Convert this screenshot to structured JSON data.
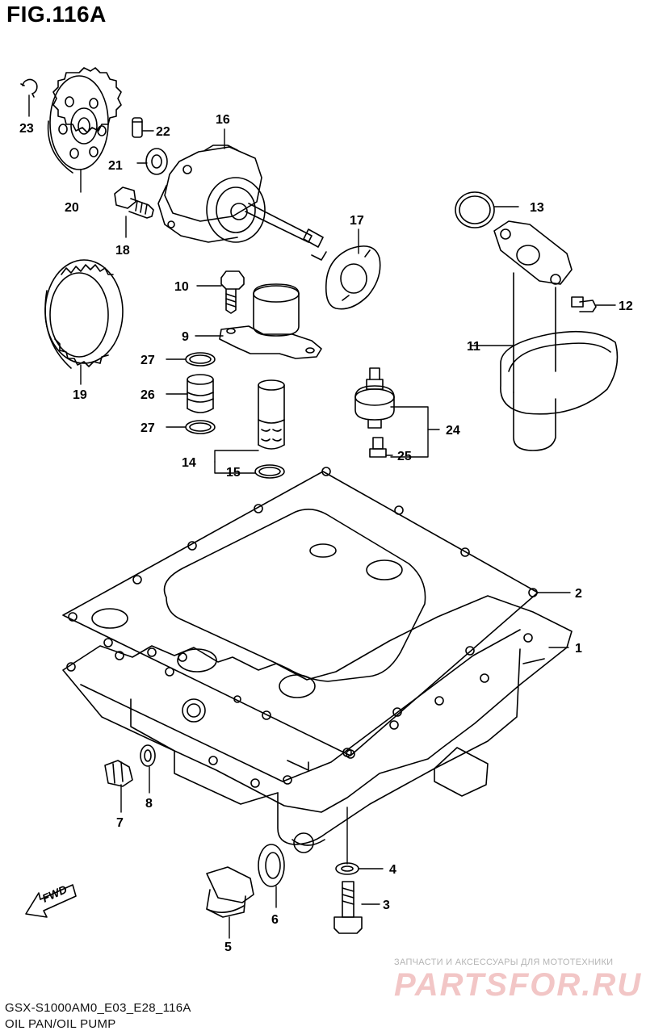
{
  "figure": {
    "title": "FIG.116A"
  },
  "footer": {
    "code": "GSX-S1000AM0_E03_E28_116A",
    "caption": "OIL PAN/OIL PUMP"
  },
  "watermark": {
    "small": "ЗАПЧАСТИ И АКСЕССУАРЫ ДЛЯ МОТОТЕХНИКИ",
    "big": "PARTSFOR.RU"
  },
  "direction": {
    "label": "FWD"
  },
  "parts": [
    "1",
    "2",
    "3",
    "4",
    "5",
    "6",
    "7",
    "8",
    "9",
    "10",
    "11",
    "12",
    "13",
    "14",
    "15",
    "16",
    "17",
    "18",
    "19",
    "20",
    "21",
    "22",
    "23",
    "24",
    "25",
    "26",
    "27"
  ]
}
